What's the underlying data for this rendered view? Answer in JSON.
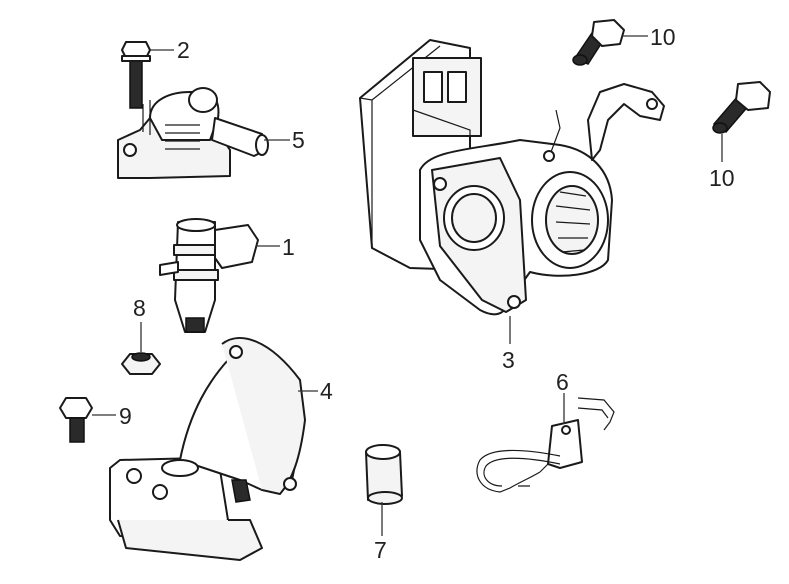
{
  "figure": {
    "callouts": [
      {
        "id": "callout-1",
        "label": "1"
      },
      {
        "id": "callout-2",
        "label": "2"
      },
      {
        "id": "callout-3",
        "label": "3"
      },
      {
        "id": "callout-4",
        "label": "4"
      },
      {
        "id": "callout-5",
        "label": "5"
      },
      {
        "id": "callout-6",
        "label": "6"
      },
      {
        "id": "callout-7",
        "label": "7"
      },
      {
        "id": "callout-8",
        "label": "8"
      },
      {
        "id": "callout-9",
        "label": "9"
      },
      {
        "id": "callout-10a",
        "label": "10"
      },
      {
        "id": "callout-10b",
        "label": "10"
      }
    ]
  }
}
